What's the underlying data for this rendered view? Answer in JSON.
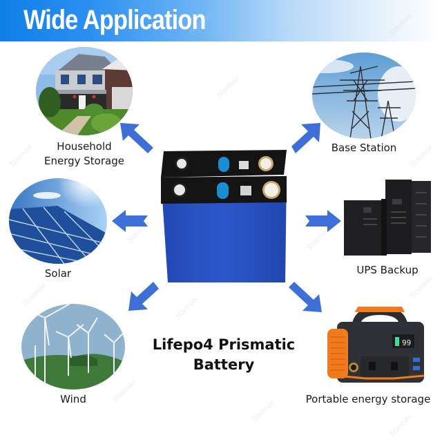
{
  "banner": {
    "title": "Wide Application",
    "gradient_start": "#0f7fe6",
    "gradient_end": "#ffffff"
  },
  "product": {
    "name_line1": "Lifepo4 Prismatic",
    "name_line2": "Battery",
    "cell_color": "#2a53c4",
    "cap_color": "#141414"
  },
  "applications": [
    {
      "id": "household",
      "label_line1": "Household",
      "label_line2": "Energy Storage",
      "image": "house-photo"
    },
    {
      "id": "base-station",
      "label_line1": "Base Station",
      "image": "power-tower-photo"
    },
    {
      "id": "solar",
      "label_line1": "Solar",
      "image": "solar-panel-photo"
    },
    {
      "id": "ups",
      "label_line1": "UPS Backup",
      "image": "ups-cabinet-photo"
    },
    {
      "id": "wind",
      "label_line1": "Wind",
      "image": "wind-turbine-photo"
    },
    {
      "id": "portable",
      "label_line1": "Portable energy storage",
      "image": "portable-power-station-photo"
    }
  ],
  "arrow_color": "#3d6fd6",
  "portable_display": "99",
  "watermark_text": "Starmax"
}
